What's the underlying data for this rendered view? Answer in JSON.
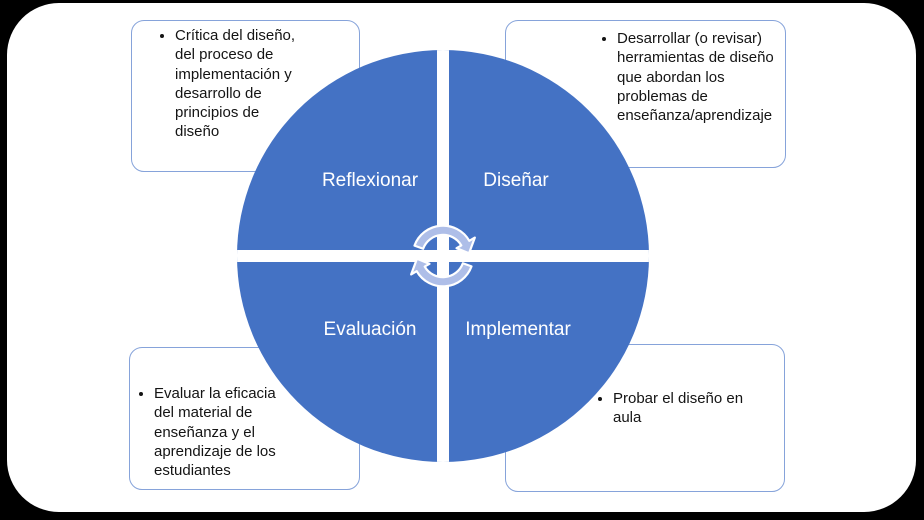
{
  "slide": {
    "background": "#ffffff",
    "frame_background": "#000000"
  },
  "colors": {
    "circle_blue": "#4472C4",
    "arrow_fill": "#AEBEE8",
    "box_border": "#86A3DA",
    "quadrant_label_text": "#ffffff",
    "note_text": "#141414"
  },
  "cycle": {
    "center_icon": "cycle-arrows-icon",
    "quadrants": [
      {
        "id": "reflect",
        "label": "Reflexionar"
      },
      {
        "id": "design",
        "label": "Diseñar"
      },
      {
        "id": "evaluate",
        "label": "Evaluación"
      },
      {
        "id": "implement",
        "label": "Implementar"
      }
    ]
  },
  "boxes": {
    "reflect": {
      "text": "Crítica del diseño,\ndel proceso de\nimplementación y\ndesarrollo de\nprincipios de\ndiseño"
    },
    "design": {
      "text": "Desarrollar (o revisar)\nherramientas de diseño\nque abordan los\nproblemas de\nenseñanza/aprendizaje"
    },
    "evaluate": {
      "text": "Evaluar la eficacia\ndel material de\nenseñanza y el\naprendizaje de los\nestudiantes"
    },
    "implement": {
      "text": "Probar el diseño en\naula"
    }
  }
}
